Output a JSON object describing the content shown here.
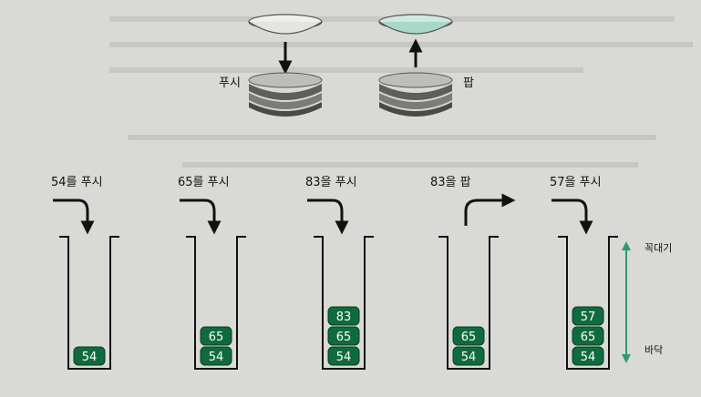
{
  "top": {
    "push_label": "푸시",
    "pop_label": "팝"
  },
  "steps": [
    {
      "label": "54를 푸시",
      "arrow": "in",
      "items": [
        "54"
      ]
    },
    {
      "label": "65를 푸시",
      "arrow": "in",
      "items": [
        "54",
        "65"
      ]
    },
    {
      "label": "83을 푸시",
      "arrow": "in",
      "items": [
        "54",
        "65",
        "83"
      ]
    },
    {
      "label": "83을 팝",
      "arrow": "out",
      "items": [
        "54",
        "65"
      ]
    },
    {
      "label": "57을 푸시",
      "arrow": "in",
      "items": [
        "54",
        "65",
        "57"
      ]
    }
  ],
  "side": {
    "top_label": "꼭대기",
    "bottom_label": "바닥"
  },
  "colors": {
    "item_fill": "#0f6b3e",
    "axis_arrow": "#2f9a6a",
    "plate_dark": "#4a4a48",
    "plate_mid": "#7b7b78",
    "plate_light": "#bdbdb9",
    "plate_highlight": "#a9d8c8"
  }
}
